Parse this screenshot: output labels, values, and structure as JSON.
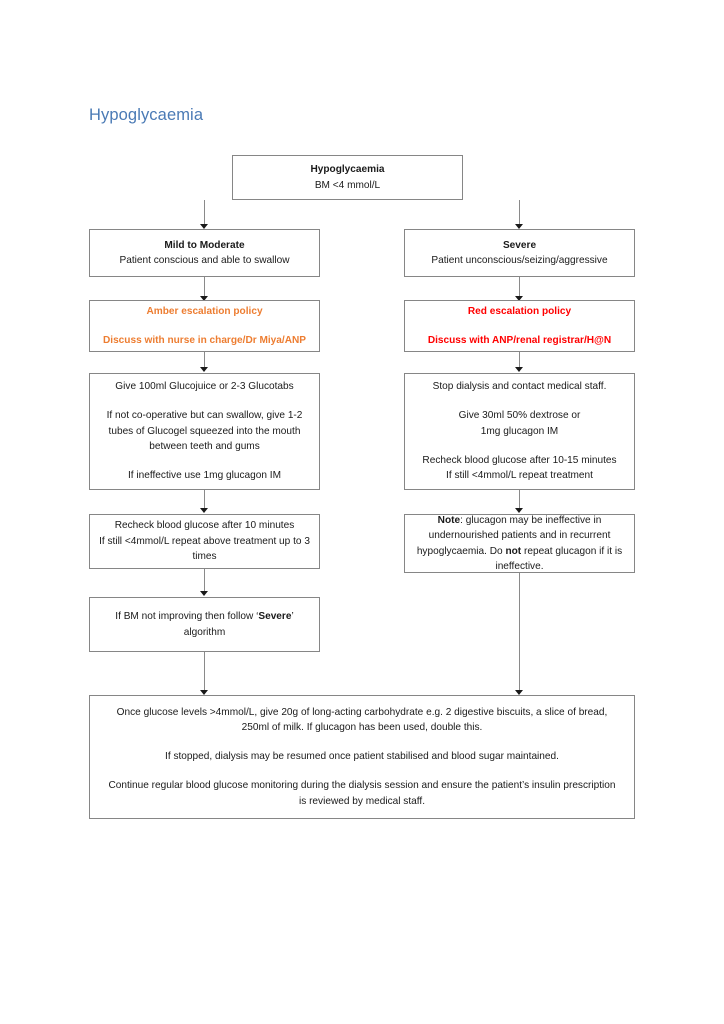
{
  "document": {
    "title": "Hypoglycaemia",
    "title_color": "#4a7ab5",
    "accent_amber": "#ED7D31",
    "accent_red": "#FF0000",
    "border_color": "#868686"
  },
  "flowchart": {
    "type": "flowchart",
    "start": {
      "heading": "Hypoglycaemia",
      "subtext": "BM <4 mmol/L"
    },
    "branches": {
      "left": {
        "header": {
          "heading": "Mild to Moderate",
          "subtext": "Patient conscious and able to swallow"
        },
        "escalation": {
          "line1": "Amber escalation policy",
          "line2": "Discuss with nurse in charge/Dr Miya/ANP",
          "color": "#ED7D31"
        },
        "treatment": {
          "line1": "Give 100ml Glucojuice or 2-3 Glucotabs",
          "line2": "If not co-operative but can swallow, give 1-2 tubes of Glucogel squeezed into the mouth between teeth and gums",
          "line3": "If ineffective use 1mg glucagon IM"
        },
        "recheck": {
          "line1": "Recheck blood glucose after 10 minutes",
          "line2": "If still <4mmol/L repeat above treatment up to 3 times"
        },
        "fallback": {
          "prefix": "If BM not improving then follow ‘",
          "bold": "Severe",
          "suffix": "’ algorithm"
        }
      },
      "right": {
        "header": {
          "heading": "Severe",
          "subtext": "Patient unconscious/seizing/aggressive"
        },
        "escalation": {
          "line1": "Red escalation policy",
          "line2": "Discuss with ANP/renal registrar/H@N",
          "color": "#FF0000"
        },
        "treatment": {
          "line1": "Stop dialysis and contact medical staff.",
          "line2a": "Give 30ml 50% dextrose or",
          "line2b": "1mg glucagon IM",
          "line3a": "Recheck blood glucose after 10-15 minutes",
          "line3b": "If still <4mmol/L repeat treatment"
        },
        "note": {
          "label": "Note",
          "part1": ": glucagon may be ineffective in undernourished patients and in recurrent hypoglycaemia.  Do ",
          "bold": "not",
          "part2": " repeat glucagon if it is ineffective."
        }
      }
    },
    "final": {
      "paragraph1": "Once glucose levels >4mmol/L, give 20g of long-acting carbohydrate e.g. 2 digestive biscuits, a slice of bread, 250ml of milk. If glucagon has been used, double this.",
      "paragraph2": "If stopped, dialysis may be resumed once patient stabilised and blood sugar maintained.",
      "paragraph3": "Continue regular blood glucose monitoring during the dialysis session and ensure the patient’s insulin prescription is reviewed by medical staff."
    }
  }
}
